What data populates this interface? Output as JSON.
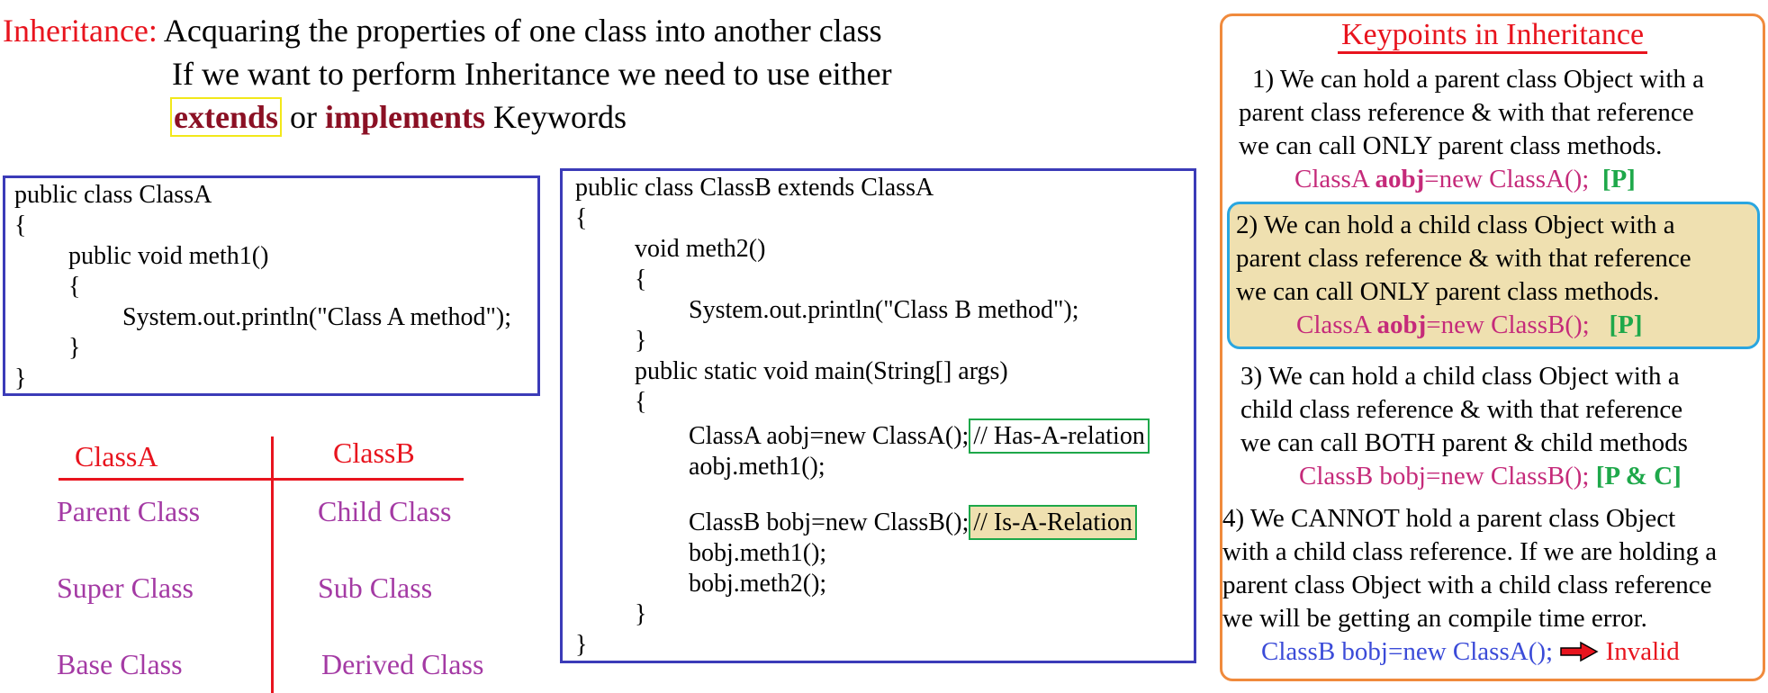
{
  "header": {
    "label": "Inheritance:",
    "line1": " Acquaring the properties of one class into another class",
    "line2": "If we want to perform Inheritance we need to use either",
    "kw_extends": "extends",
    "word_or": " or ",
    "kw_implements": "implements",
    "word_keywords": " Keywords"
  },
  "classA_code": [
    "public class ClassA",
    "{",
    "public void meth1()",
    "{",
    "System.out.println(\"Class A method\");",
    "}",
    "}"
  ],
  "classB_code": {
    "l1": "public class ClassB extends ClassA",
    "l2": "{",
    "l3": "void meth2()",
    "l4": "{",
    "l5": "System.out.println(\"Class B method\");",
    "l6": "}",
    "l7": "public static void main(String[] args)",
    "l8": "{",
    "l9": "ClassA aobj=new ClassA();",
    "l9_comment": "// Has-A-relation",
    "l10": "aobj.meth1();",
    "l11": "ClassB bobj=new ClassB();",
    "l11_comment": "// Is-A-Relation",
    "l12": "bobj.meth1();",
    "l13": "bobj.meth2();",
    "l14": "}",
    "l15": "}"
  },
  "table": {
    "headers": [
      "ClassA",
      "ClassB"
    ],
    "rows": [
      [
        "Parent Class",
        "Child Class"
      ],
      [
        "Super Class",
        "Sub Class"
      ],
      [
        "Base Class",
        "Derived Class"
      ]
    ]
  },
  "keypoints": {
    "title": "Keypoints in Inheritance",
    "p1": [
      "1) We can hold a parent class Object with a",
      "parent class reference & with that reference",
      "we can call ONLY parent class methods."
    ],
    "p1_code_a": "ClassA ",
    "p1_code_b": "aobj",
    "p1_code_c": "=new ClassA();",
    "p1_tag": "[P]",
    "p2": [
      "2) We can hold a child class Object with a",
      "parent class reference & with that reference",
      "we can call ONLY parent class methods."
    ],
    "p2_code_a": "ClassA ",
    "p2_code_b": "aobj",
    "p2_code_c": "=new ClassB();",
    "p2_tag": "[P]",
    "p3": [
      "3) We can hold a child class Object with a",
      "child class reference & with that reference",
      "we can call BOTH parent & child methods"
    ],
    "p3_code": "ClassB bobj=new ClassB();",
    "p3_tag": "[P & C]",
    "p4": [
      "4) We CANNOT hold a parent class Object",
      "with a child class reference. If we are holding a",
      "parent class Object with a child class reference",
      "we will be getting an compile time error."
    ],
    "p4_code": "ClassB bobj=new ClassA();",
    "p4_result": "Invalid",
    "arrow_icon": "right-arrow-icon"
  }
}
